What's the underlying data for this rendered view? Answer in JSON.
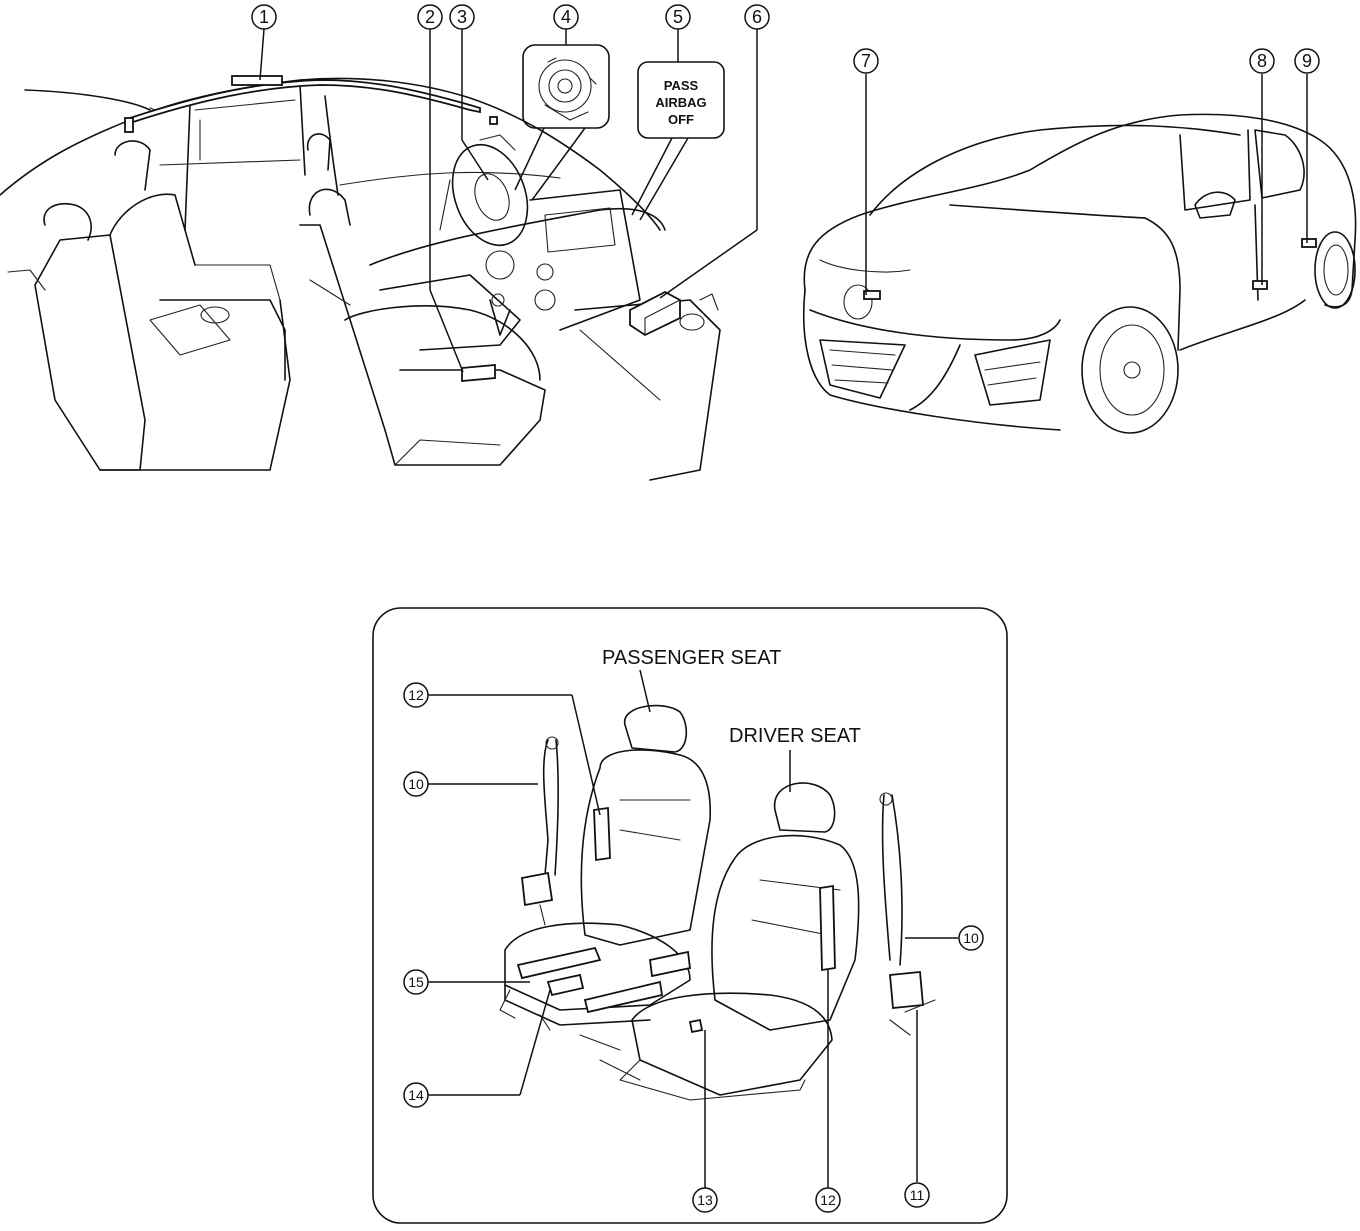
{
  "callouts": [
    "1",
    "2",
    "3",
    "4",
    "5",
    "6",
    "7",
    "8",
    "9",
    "10",
    "10",
    "11",
    "12",
    "12",
    "13",
    "14",
    "15"
  ],
  "warning_label": {
    "line1": "PASS",
    "line2": "AIRBAG",
    "line3": "OFF"
  },
  "seat_labels": {
    "passenger": "PASSENGER SEAT",
    "driver": "DRIVER SEAT"
  }
}
